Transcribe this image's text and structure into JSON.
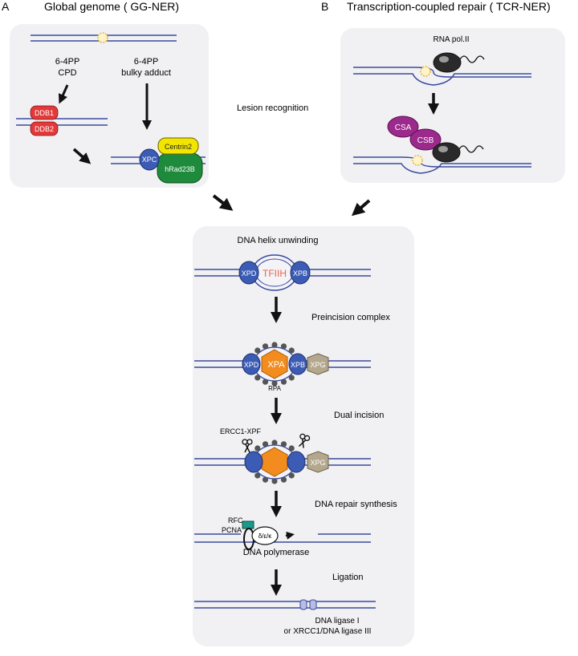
{
  "panel_a": {
    "letter": "A",
    "title": "Global genome ( GG-NER)"
  },
  "panel_b": {
    "letter": "B",
    "title": "Transcription-coupled repair ( TCR-NER)"
  },
  "gg": {
    "left_label_1": "6-4PP",
    "left_label_2": "CPD",
    "right_label_1": "6-4PP",
    "right_label_2": "bulky adduct",
    "ddb1": "DDB1",
    "ddb2": "DDB2",
    "xpc": "XPC",
    "centrin2": "Centrin2",
    "hrad23b": "hRad23B"
  },
  "lesion_recognition": "Lesion recognition",
  "tcr": {
    "rnapol": "RNA pol.II",
    "csa": "CSA",
    "csb": "CSB"
  },
  "steps": {
    "unwinding": "DNA helix unwinding",
    "preincision": "Preincision complex",
    "dual": "Dual incision",
    "synthesis": "DNA repair synthesis",
    "ligation": "Ligation"
  },
  "proteins": {
    "xpd": "XPD",
    "tfiih": "TFIIH",
    "xpb": "XPB",
    "xpa": "XPA",
    "xpg": "XPG",
    "rpa": "RPA",
    "ercc1": "ERCC1-XPF",
    "rfc": "RFC",
    "pcna": "PCNA",
    "pol_symbol": "δ/ε/κ",
    "dna_polymerase": "DNA polymerase",
    "ligase_1": "DNA ligase I",
    "ligase_2": "or  XRCC1/DNA ligase III"
  },
  "colors": {
    "panel_bg": "#f1f1f3",
    "dna": "#3a4a9e",
    "ddb": "#e23a3a",
    "xpc": "#3b5bb5",
    "centrin": "#f2e600",
    "hrad": "#1e8a3c",
    "cs": "#9b2a8c",
    "xpa": "#f28c1e",
    "xpg": "#b3a78e",
    "rpa": "#555555",
    "pcna": "#1a9a8a"
  }
}
